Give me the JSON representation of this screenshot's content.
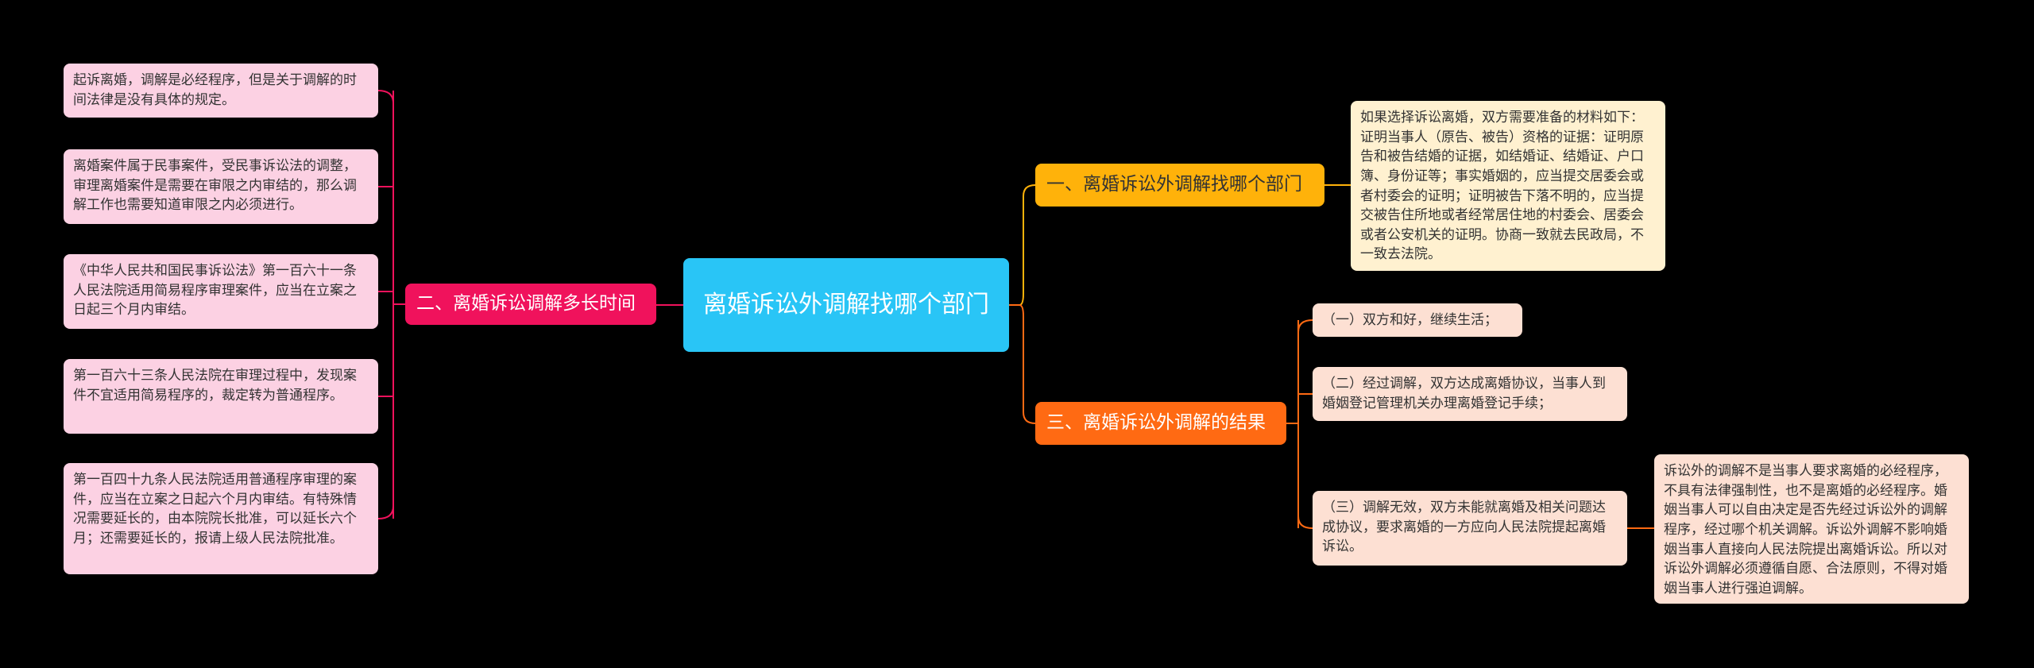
{
  "colors": {
    "background": "#000000",
    "center": "#29c5f6",
    "branch_left": "#f0125c",
    "branch_top_right": "#ffb20a",
    "branch_bottom_right": "#ff6a13",
    "leaf_left": "#fcd1e3",
    "leaf_top_right": "#fff1d0",
    "leaf_bottom_right": "#fde0d3"
  },
  "center": {
    "title": "离婚诉讼外调解找哪个部门"
  },
  "left_branch": {
    "label": "二、离婚诉讼调解多长时间",
    "leaves": [
      "起诉离婚，调解是必经程序，但是关于调解的时间法律是没有具体的规定。",
      "离婚案件属于民事案件，受民事诉讼法的调整，审理离婚案件是需要在审限之内审结的，那么调解工作也需要知道审限之内必须进行。",
      "《中华人民共和国民事诉讼法》第一百六十一条人民法院适用简易程序审理案件，应当在立案之日起三个月内审结。",
      "第一百六十三条人民法院在审理过程中，发现案件不宜适用简易程序的，裁定转为普通程序。",
      "第一百四十九条人民法院适用普通程序审理的案件，应当在立案之日起六个月内审结。有特殊情况需要延长的，由本院院长批准，可以延长六个月；还需要延长的，报请上级人民法院批准。"
    ]
  },
  "right_top_branch": {
    "label": "一、离婚诉讼外调解找哪个部门",
    "leaf": "如果选择诉讼离婚，双方需要准备的材料如下：证明当事人（原告、被告）资格的证据：证明原告和被告结婚的证据，如结婚证、结婚证、户口簿、身份证等；事实婚姻的，应当提交居委会或者村委会的证明；证明被告下落不明的，应当提交被告住所地或者经常居住地的村委会、居委会或者公安机关的证明。协商一致就去民政局，不一致去法院。"
  },
  "right_bottom_branch": {
    "label": "三、离婚诉讼外调解的结果",
    "leaves": [
      "（一）双方和好，继续生活；",
      "（二）经过调解，双方达成离婚协议，当事人到婚姻登记管理机关办理离婚登记手续；",
      "（三）调解无效，双方未能就离婚及相关问题达成协议，要求离婚的一方应向人民法院提起离婚诉讼。"
    ],
    "sub_leaf": "诉讼外的调解不是当事人要求离婚的必经程序，不具有法律强制性，也不是离婚的必经程序。婚姻当事人可以自由决定是否先经过诉讼外的调解程序，经过哪个机关调解。诉讼外调解不影响婚姻当事人直接向人民法院提出离婚诉讼。所以对诉讼外调解必须遵循自愿、合法原则，不得对婚姻当事人进行强迫调解。"
  }
}
